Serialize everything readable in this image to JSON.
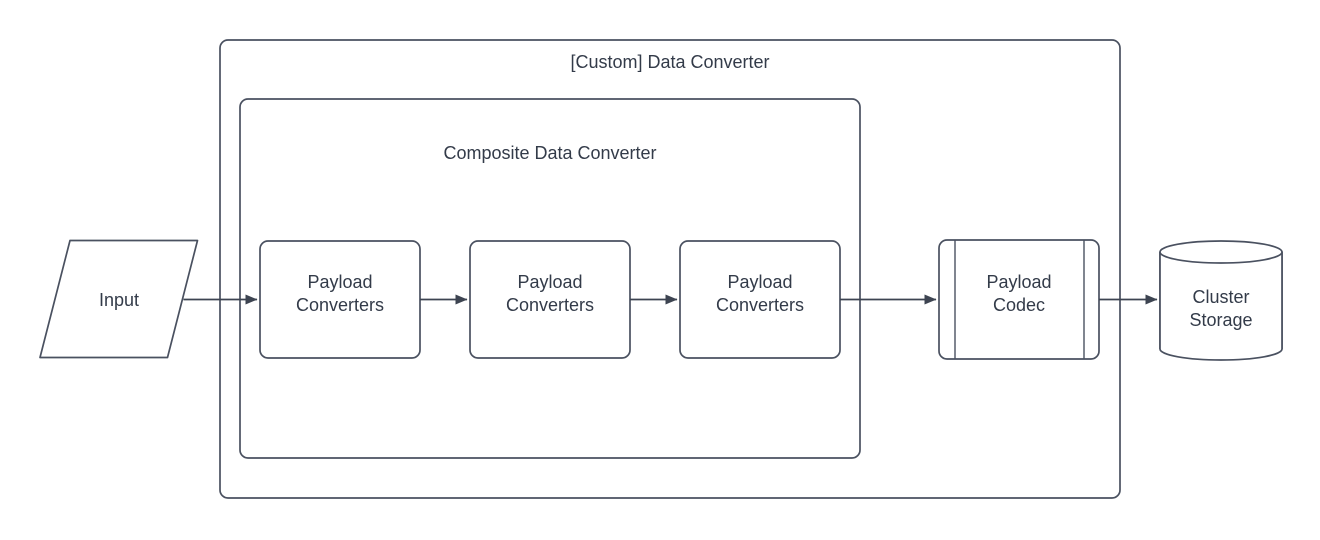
{
  "diagram": {
    "outer_container": {
      "label": "[Custom] Data Converter"
    },
    "composite_container": {
      "label": "Composite Data Converter"
    },
    "input_shape": {
      "label": "Input"
    },
    "payload_converters": [
      {
        "line1": "Payload",
        "line2": "Converters"
      },
      {
        "line1": "Payload",
        "line2": "Converters"
      },
      {
        "line1": "Payload",
        "line2": "Converters"
      }
    ],
    "payload_codec": {
      "line1": "Payload",
      "line2": "Codec"
    },
    "cluster_storage": {
      "line1": "Cluster",
      "line2": "Storage"
    },
    "colors": {
      "shape_stroke": "#4a5160",
      "arrow": "#3d4451",
      "text": "#333b49",
      "background": "#ffffff"
    }
  }
}
